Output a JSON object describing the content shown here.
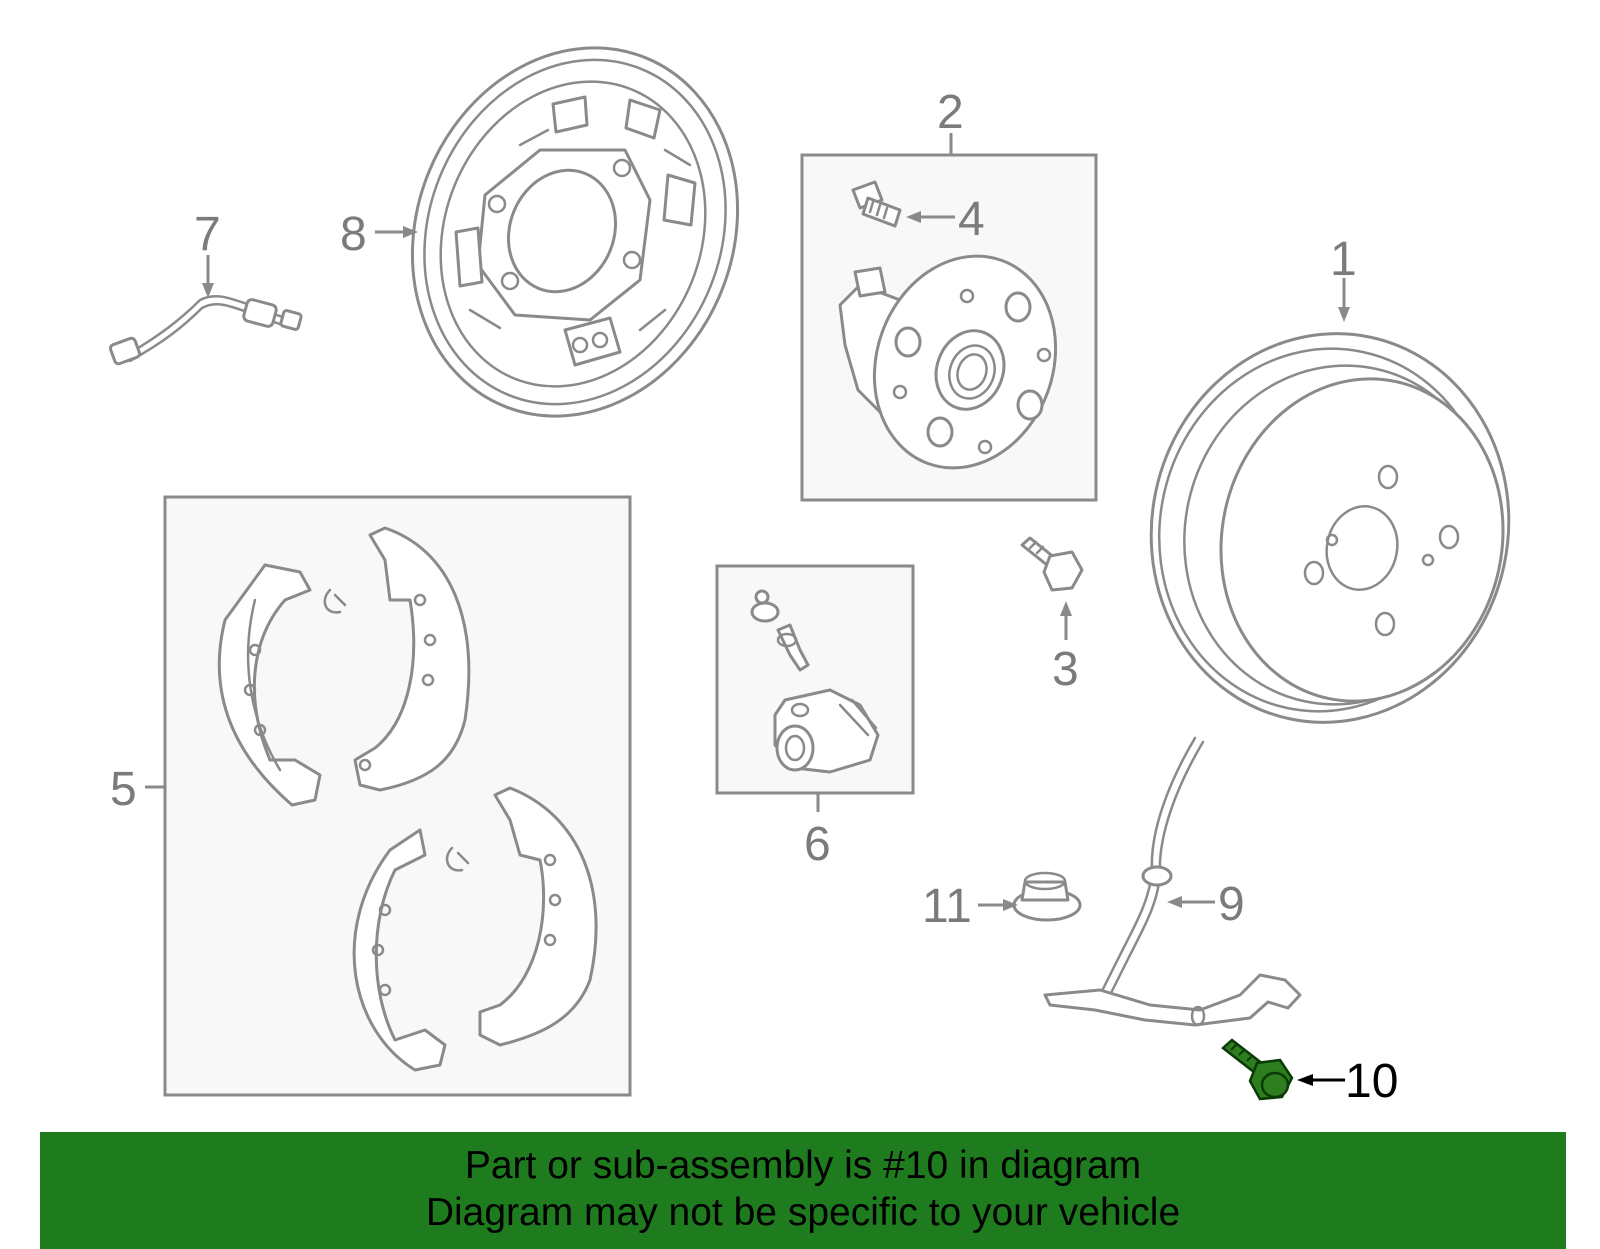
{
  "colors": {
    "banner_bg": "#1e7b1e",
    "highlight_part": "#2e7d1f",
    "line_art": "#8a8a8a",
    "label_text": "#7b7b7b"
  },
  "callouts": {
    "c1": "1",
    "c2": "2",
    "c3": "3",
    "c4": "4",
    "c5": "5",
    "c6": "6",
    "c7": "7",
    "c8": "8",
    "c9": "9",
    "c10": "10",
    "c11": "11"
  },
  "banner": {
    "line1": "Part or sub-assembly is #10 in diagram",
    "line2": "Diagram may not be specific to your vehicle"
  }
}
